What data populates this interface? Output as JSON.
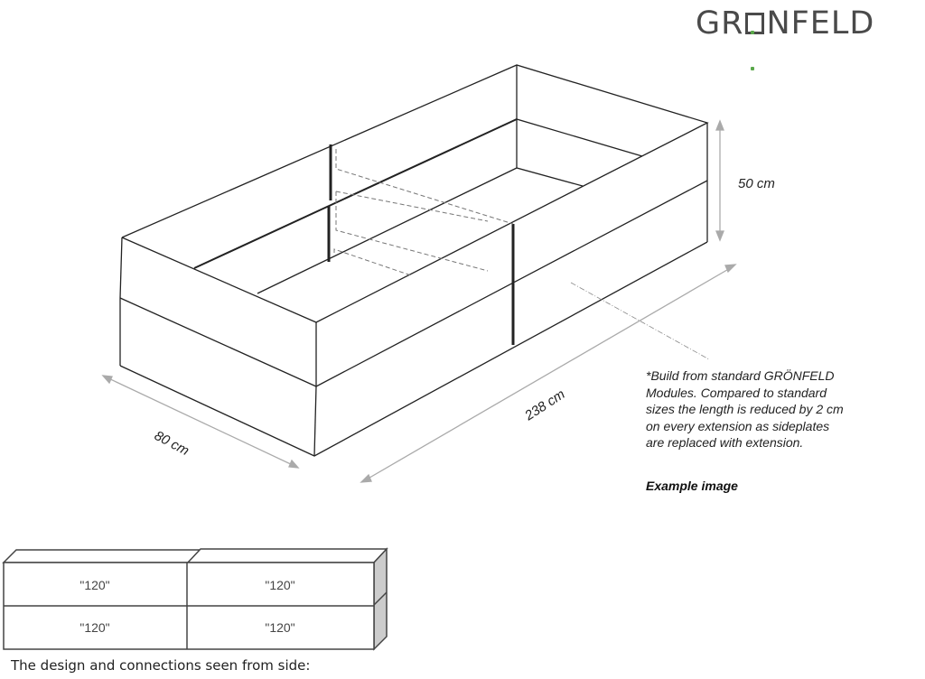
{
  "brand": {
    "logo_text_before": "GR",
    "logo_text_after": "NFELD",
    "logo_accent_color": "#5aa84a",
    "logo_color": "#4a4a4a"
  },
  "dimensions": {
    "height": "50 cm",
    "width": "80 cm",
    "length": "238 cm"
  },
  "note": {
    "text": "*Build from standard GRÖNFELD Modules. Compared to standard sizes the length is reduced by 2 cm on every extension as sideplates are replaced with extension.",
    "example_label": "Example image"
  },
  "side_view": {
    "caption": "The design and connections seen from side:",
    "modules": [
      {
        "row": "top",
        "position": "left",
        "label": "\"120\""
      },
      {
        "row": "top",
        "position": "right",
        "label": "\"120\""
      },
      {
        "row": "bottom",
        "position": "left",
        "label": "\"120\""
      },
      {
        "row": "bottom",
        "position": "right",
        "label": "\"120\""
      }
    ]
  }
}
